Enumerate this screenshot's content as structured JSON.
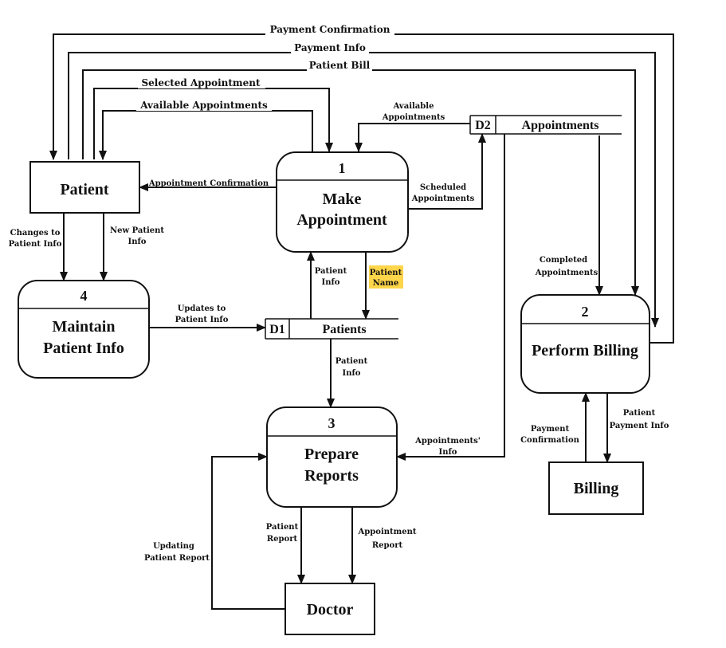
{
  "entities": {
    "patient": "Patient",
    "doctor": "Doctor",
    "billing": "Billing"
  },
  "processes": {
    "make_appointment": {
      "number": "1",
      "name_line1": "Make",
      "name_line2": "Appointment"
    },
    "perform_billing": {
      "number": "2",
      "name_line1": "Perform Billing"
    },
    "prepare_reports": {
      "number": "3",
      "name_line1": "Prepare",
      "name_line2": "Reports"
    },
    "maintain_patient_info": {
      "number": "4",
      "name_line1": "Maintain",
      "name_line2": "Patient Info"
    }
  },
  "stores": {
    "d1": {
      "id": "D1",
      "name": "Patients"
    },
    "d2": {
      "id": "D2",
      "name": "Appointments"
    }
  },
  "flows": {
    "payment_confirmation_top": "Payment Confirmation",
    "payment_info": "Payment Info",
    "patient_bill": "Patient Bill",
    "selected_appointment": "Selected Appointment",
    "available_appointments_left": "Available Appointments",
    "available_appointments_d2_l1": "Available",
    "available_appointments_d2_l2": "Appointments",
    "appointment_confirmation": "Appointment Confirmation",
    "scheduled_appointments_l1": "Scheduled",
    "scheduled_appointments_l2": "Appointments",
    "changes_to_patient_info_l1": "Changes to",
    "changes_to_patient_info_l2": "Patient Info",
    "new_patient_info_l1": "New Patient",
    "new_patient_info_l2": "Info",
    "patient_info_up_l1": "Patient",
    "patient_info_up_l2": "Info",
    "patient_name_l1": "Patient",
    "patient_name_l2": "Name",
    "completed_appointments_l1": "Completed",
    "completed_appointments_l2": "Appointments",
    "updates_to_patient_info_l1": "Updates to",
    "updates_to_patient_info_l2": "Patient Info",
    "patient_info_down_l1": "Patient",
    "patient_info_down_l2": "Info",
    "appointments_info_l1": "Appointments'",
    "appointments_info_l2": "Info",
    "payment_confirmation_bottom_l1": "Payment",
    "payment_confirmation_bottom_l2": "Confirmation",
    "patient_payment_info_l1": "Patient",
    "patient_payment_info_l2": "Payment Info",
    "patient_report_l1": "Patient",
    "patient_report_l2": "Report",
    "appointment_report_l1": "Appointment",
    "appointment_report_l2": "Report",
    "updating_patient_report_l1": "Updating",
    "updating_patient_report_l2": "Patient Report"
  },
  "colors": {
    "highlight": "#ffd54a",
    "line": "#111111"
  }
}
